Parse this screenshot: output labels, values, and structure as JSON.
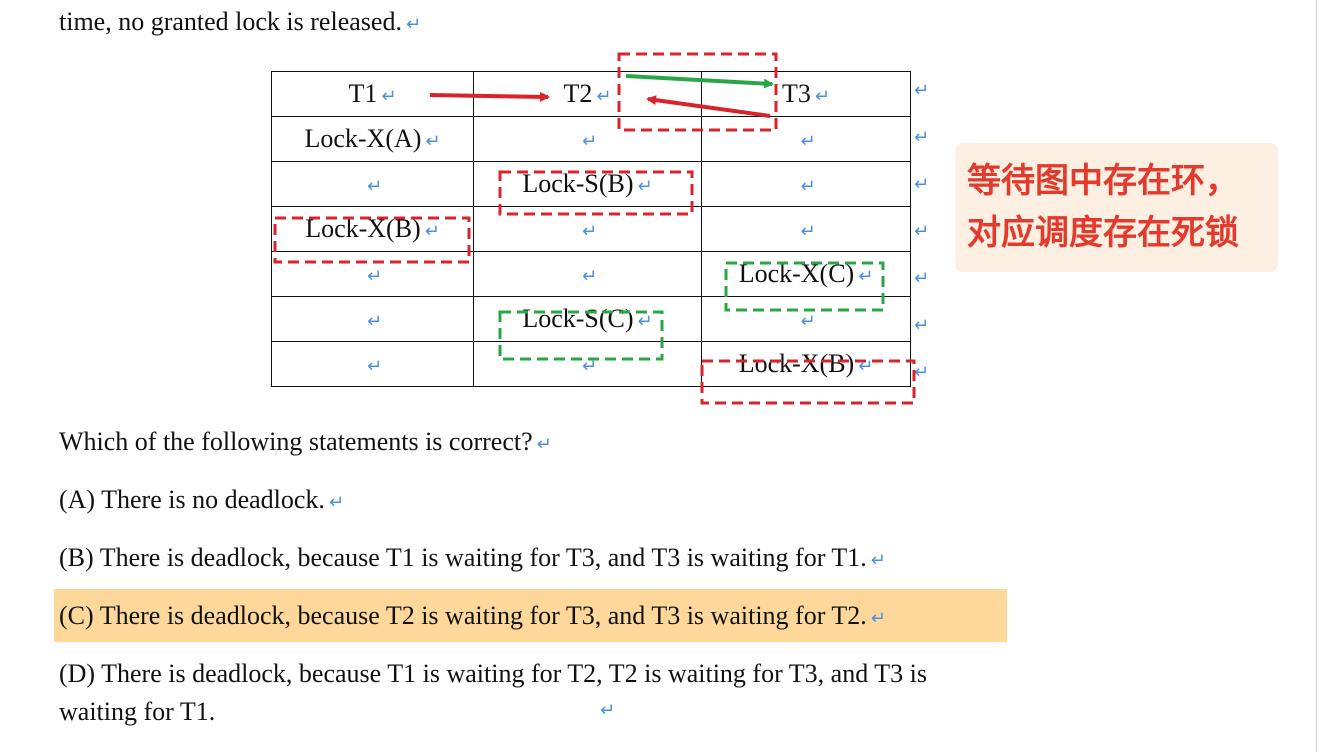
{
  "intro_text": "time, no granted lock is released.",
  "return_mark": "↵",
  "table": {
    "headers": [
      "T1",
      "T2",
      "T3"
    ],
    "rows": [
      [
        "Lock-X(A)",
        "",
        ""
      ],
      [
        "",
        "Lock-S(B)",
        ""
      ],
      [
        "Lock-X(B)",
        "",
        ""
      ],
      [
        "",
        "",
        "Lock-X(C)"
      ],
      [
        "",
        "Lock-S(C)",
        ""
      ],
      [
        "",
        "",
        "Lock-X(B)"
      ]
    ]
  },
  "annotation": {
    "line1": "等待图中存在环，",
    "line2": "对应调度存在死锁",
    "color": "#e23a2c",
    "red_box_color": "#d9232a",
    "green_box_color": "#2aa745"
  },
  "question": "Which of the following statements is correct?",
  "options": [
    {
      "label": "(A)",
      "text": "There is no deadlock."
    },
    {
      "label": "(B)",
      "text": "There is deadlock, because T1 is waiting for T3, and T3 is waiting for T1."
    },
    {
      "label": "(C)",
      "text": "There is deadlock, because T2 is waiting for T3, and T3 is waiting for T2.",
      "highlighted": true
    },
    {
      "label": "(D)",
      "text": "There is deadlock, because T1 is waiting for T2, T2 is waiting for T3, and T3 is",
      "text_cont": "waiting for T1."
    }
  ],
  "highlight_color": "#fdd89a"
}
